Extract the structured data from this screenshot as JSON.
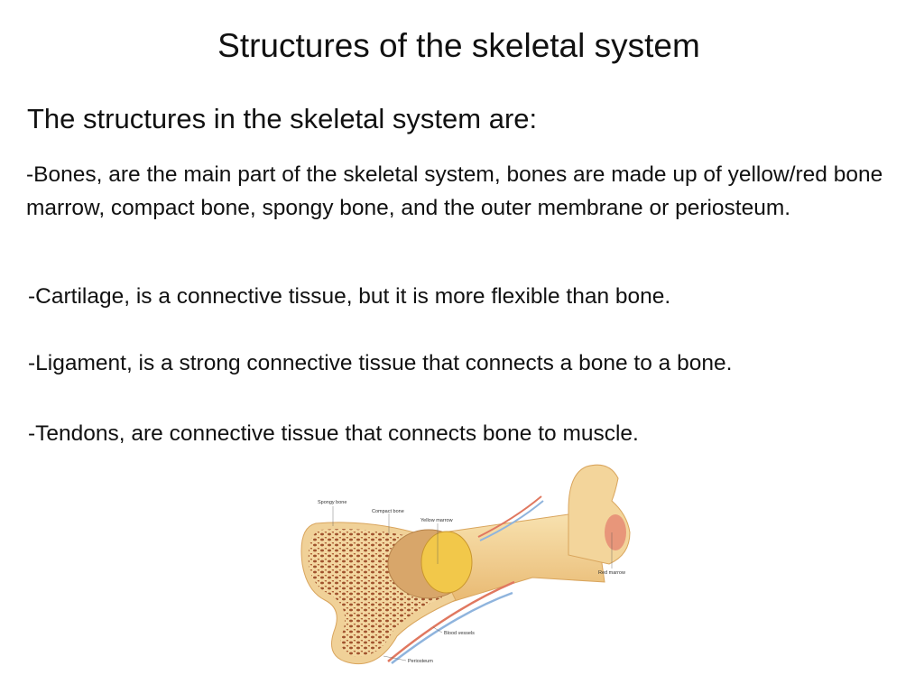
{
  "slide": {
    "title": "Structures of the skeletal system",
    "heading": "The structures in the skeletal system are:",
    "paragraphs": [
      "-Bones, are the main part of the skeletal system, bones are made up of yellow/red bone marrow, compact bone, spongy bone, and the outer membrane or periosteum.",
      "-Cartilage, is a connective tissue, but it is more flexible than bone.",
      "-Ligament, is a strong connective tissue that connects a bone to a bone.",
      "-Tendons, are connective tissue that connects bone to muscle."
    ]
  },
  "figure": {
    "labels": {
      "spongy_bone": "Spongy bone",
      "compact_bone": "Compact bone",
      "yellow_marrow": "Yellow marrow",
      "red_marrow": "Red marrow",
      "blood_vessels": "Blood vessels",
      "periosteum": "Periosteum"
    }
  }
}
